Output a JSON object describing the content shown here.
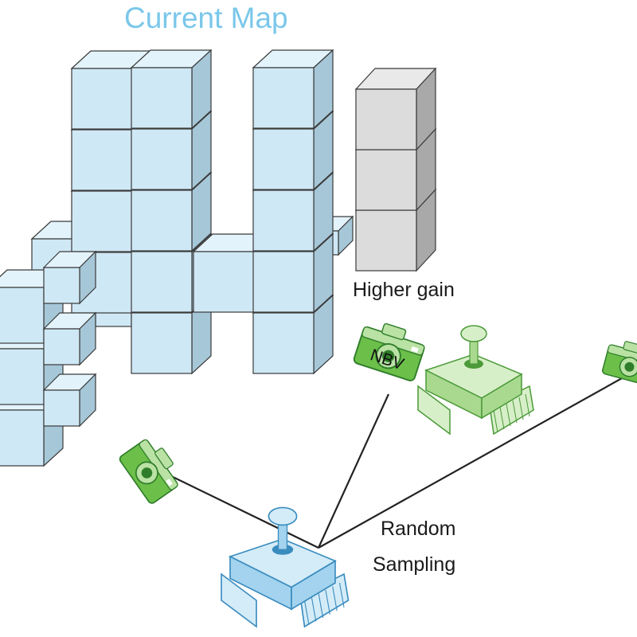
{
  "title": "Current Map",
  "annotations": {
    "higher_gain": "Higher gain",
    "random_sampling_line1": "Random",
    "random_sampling_line2": "Sampling"
  },
  "camera_badge": "NBV",
  "colors": {
    "mapped_voxel": "#cfe8f5",
    "unknown_voxel": "#dcdcdc",
    "candidate_green": "#5cb85c",
    "robot_blue": "#8ec9e8",
    "title": "#7ac7ea",
    "line": "#222222"
  },
  "icons": [
    "voxel-cube",
    "camera-icon",
    "robot-icon"
  ]
}
